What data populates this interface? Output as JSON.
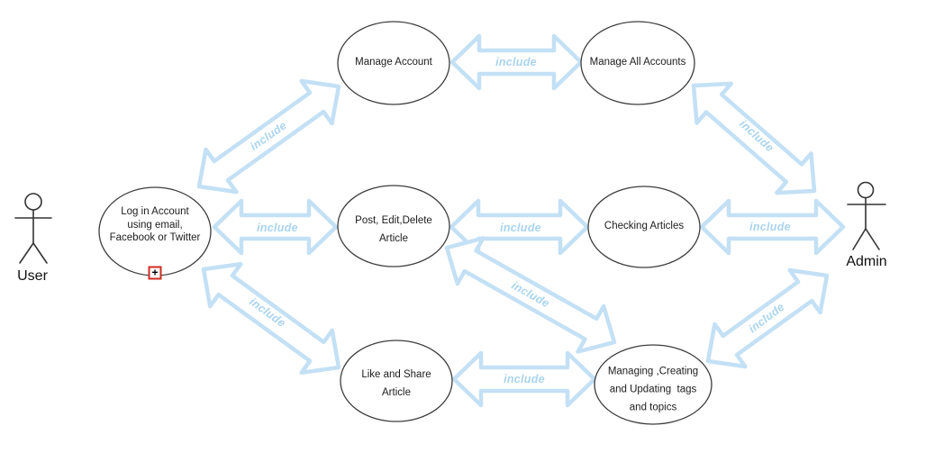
{
  "diagram": {
    "colors": {
      "background": "#ffffff",
      "arrow_stroke": "#c3e0f5",
      "arrow_fill": "#ffffff",
      "include_text": "#a9d4f0",
      "ellipse_stroke": "#3d3d3d",
      "label_text": "#1c1c1c",
      "marker_red": "#d02b20"
    },
    "actors": [
      {
        "id": "user",
        "label": "User"
      },
      {
        "id": "admin",
        "label": "Admin"
      }
    ],
    "use_cases": [
      {
        "id": "manage-account",
        "label": "Manage Account"
      },
      {
        "id": "manage-all-accounts",
        "label": "Manage All Accounts"
      },
      {
        "id": "login",
        "label": "Log in Account\nusing email,\nFacebook or Twitter"
      },
      {
        "id": "post-edit-delete",
        "label": "Post, Edit,Delete\nArticle"
      },
      {
        "id": "checking-articles",
        "label": "Checking Articles"
      },
      {
        "id": "like-share",
        "label": "Like and Share\nArticle"
      },
      {
        "id": "managing-tags",
        "label": "Managing ,Creating\nand Updating  tags\nand topics"
      }
    ],
    "relationships": [
      {
        "from": "login",
        "to": "manage-account",
        "label": "include"
      },
      {
        "from": "login",
        "to": "post-edit-delete",
        "label": "include"
      },
      {
        "from": "login",
        "to": "like-share",
        "label": "include"
      },
      {
        "from": "manage-account",
        "to": "manage-all-accounts",
        "label": "include"
      },
      {
        "from": "post-edit-delete",
        "to": "checking-articles",
        "label": "include"
      },
      {
        "from": "post-edit-delete",
        "to": "managing-tags",
        "label": "include"
      },
      {
        "from": "like-share",
        "to": "managing-tags",
        "label": "include"
      },
      {
        "from": "manage-all-accounts",
        "to": "admin",
        "label": "include"
      },
      {
        "from": "checking-articles",
        "to": "admin",
        "label": "include"
      },
      {
        "from": "managing-tags",
        "to": "admin",
        "label": "include"
      }
    ],
    "marker": {
      "symbol": "+"
    }
  }
}
